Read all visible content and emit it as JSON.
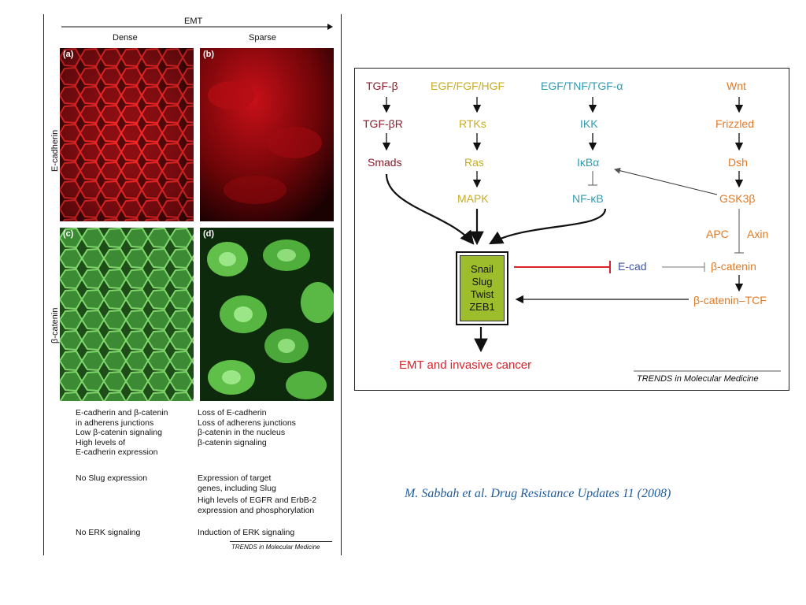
{
  "left_figure": {
    "emt_label": "EMT",
    "columns": [
      "Dense",
      "Sparse"
    ],
    "row_labels": [
      "E-cadherin",
      "β-catenin"
    ],
    "panels": [
      "(a)",
      "(b)",
      "(c)",
      "(d)"
    ],
    "colors": {
      "ecadherin": "#d0141c",
      "betacatenin": "#3fa33a"
    },
    "descriptions": {
      "dense_1": "E-cadherin and β-catenin\nin adherens junctions\nLow β-catenin signaling\nHigh levels of\nE-cadherin expression",
      "sparse_1": "Loss of E-cadherin\nLoss of adherens junctions\nβ-catenin in the nucleus\nβ-catenin signaling",
      "dense_2": "No Slug expression",
      "sparse_2": "Expression of target\ngenes, including Slug",
      "sparse_3": "High levels of EGFR and ErbB-2\nexpression and phosphorylation",
      "dense_3": "No ERK signaling",
      "sparse_4": "Induction of ERK signaling"
    },
    "source": "TRENDS in Molecular Medicine"
  },
  "right_figure": {
    "tgf": {
      "a": "TGF-β",
      "b": "TGF-βR",
      "c": "Smads"
    },
    "egf": {
      "a": "EGF/FGF/HGF",
      "b": "RTKs",
      "c": "Ras",
      "d": "MAPK"
    },
    "nfk": {
      "a": "EGF/TNF/TGF-α",
      "b": "IKK",
      "c": "IκBα",
      "d": "NF-κB"
    },
    "wnt": {
      "a": "Wnt",
      "b": "Frizzled",
      "c": "Dsh",
      "d": "GSK3β",
      "apc": "APC",
      "axin": "Axin",
      "bcat": "β-catenin",
      "bcat_tcf": "β-catenin–TCF"
    },
    "snail_box": [
      "Snail",
      "Slug",
      "Twist",
      "ZEB1"
    ],
    "ecad": "E-cad",
    "outcome": "EMT and invasive cancer",
    "source": "TRENDS in Molecular Medicine"
  },
  "citation": "M. Sabbah et al. Drug Resistance Updates 11 (2008)"
}
